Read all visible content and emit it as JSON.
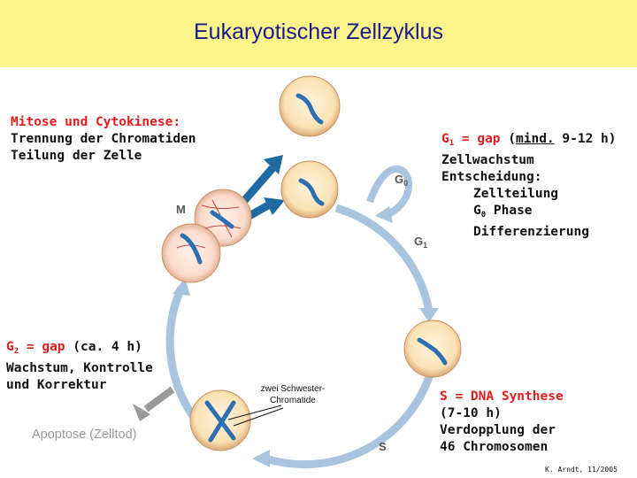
{
  "title": "Eukaryotischer Zellzyklus",
  "mitose": {
    "heading": "Mitose und Cytokinese:",
    "line1": "Trennung der Chromatiden",
    "line2": "Teilung der Zelle"
  },
  "g1": {
    "sym": "G",
    "sub": "1",
    "eq": " = gap",
    "open": " (",
    "mind": "mind.",
    "dur": " 9-12 h)",
    "l1": "Zellwachstum",
    "l2": "Entscheidung:",
    "l3": "Zellteilung",
    "l4sym": "G",
    "l4sub": "0",
    "l4rest": " Phase",
    "l5": "Differenzierung"
  },
  "g2": {
    "sym": "G",
    "sub": "2",
    "eq": " = gap",
    "dur": " (ca. 4 h)",
    "l1": "Wachstum, Kontrolle",
    "l2": "und Korrektur"
  },
  "s": {
    "heading": "S = DNA Synthese",
    "l1": "(7-10 h)",
    "l2": "Verdopplung der",
    "l3": "46 Chromosomen"
  },
  "apoptose": "Apoptose (Zelltod)",
  "schwester": {
    "line1": "zwei Schwester-",
    "line2": "Chromatide"
  },
  "phases": {
    "m": "M",
    "g0": "G",
    "g0sub": "0",
    "g1": "G",
    "g1sub": "1",
    "s": "S"
  },
  "credit": "K. Arndt, 11/2005",
  "colors": {
    "title_bg": "#fbf48a",
    "title_text": "#1a1a8c",
    "red": "#e01d1d",
    "cycle_arrow": "#a9c4de",
    "exit_arrow": "#1f6aa3",
    "cell": "#fce3b8",
    "chromosome": "#2e6fb2"
  }
}
